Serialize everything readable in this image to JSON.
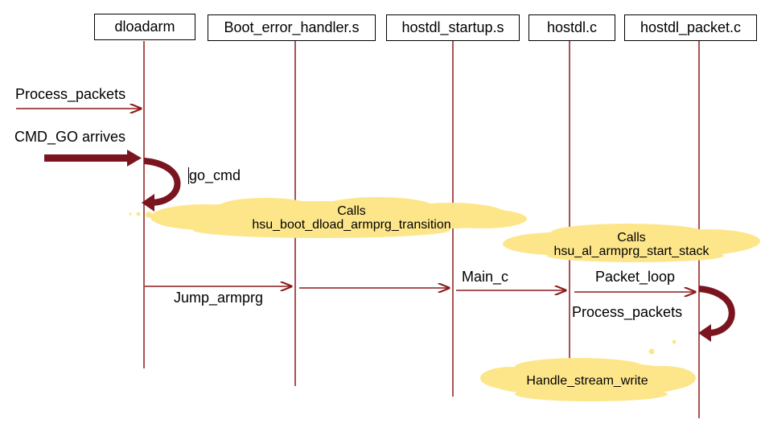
{
  "participants": [
    {
      "id": "dloadarm",
      "label": "dloadarm"
    },
    {
      "id": "boot_error_handler",
      "label": "Boot_error_handler.s"
    },
    {
      "id": "hostdl_startup",
      "label": "hostdl_startup.s"
    },
    {
      "id": "hostdl",
      "label": "hostdl.c"
    },
    {
      "id": "hostdl_packet",
      "label": "hostdl_packet.c"
    }
  ],
  "messages": {
    "process_packets_in": "Process_packets",
    "cmd_go_arrives": "CMD_GO arrives",
    "go_cmd": "go_cmd",
    "jump_armprg": "Jump_armprg",
    "main_c": "Main_c",
    "packet_loop": "Packet_loop",
    "process_packets_self": "Process_packets"
  },
  "notes": {
    "calls_transition_line1": "Calls",
    "calls_transition_line2": "hsu_boot_dload_armprg_transition",
    "calls_start_stack_line1": "Calls",
    "calls_start_stack_line2": "hsu_al_armprg_start_stack",
    "handle_stream_write": "Handle_stream_write"
  },
  "colors": {
    "lifeline": "#8b1a1a",
    "thick_arrow": "#7a1520",
    "cloud": "#fde68a"
  }
}
